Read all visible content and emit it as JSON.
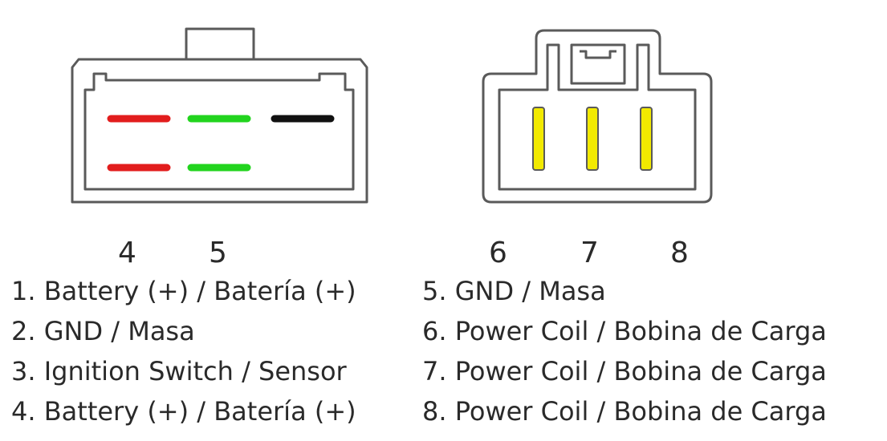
{
  "connector_left": {
    "wires": [
      {
        "color": "#e21d1d"
      },
      {
        "color": "#22d41e"
      },
      {
        "color": "#111111"
      },
      {
        "color": "#e21d1d"
      },
      {
        "color": "#22d41e"
      }
    ]
  },
  "connector_right": {
    "pins": [
      {
        "color": "#f2ea00"
      },
      {
        "color": "#f2ea00"
      },
      {
        "color": "#f2ea00"
      }
    ]
  },
  "pin_numbers": {
    "left": [
      "4",
      "5"
    ],
    "right": [
      "6",
      "7",
      "8"
    ]
  },
  "legend": {
    "left": [
      "1. Battery (+) / Batería (+)",
      "2. GND / Masa",
      "3. Ignition Switch / Sensor",
      "4. Battery (+) / Batería (+)"
    ],
    "right": [
      "5. GND / Masa",
      "6. Power Coil / Bobina de Carga",
      "7. Power Coil / Bobina de Carga",
      "8. Power Coil / Bobina de Carga"
    ]
  },
  "colors": {
    "outline": "#5a5a5a",
    "text": "#2a2a2a"
  }
}
